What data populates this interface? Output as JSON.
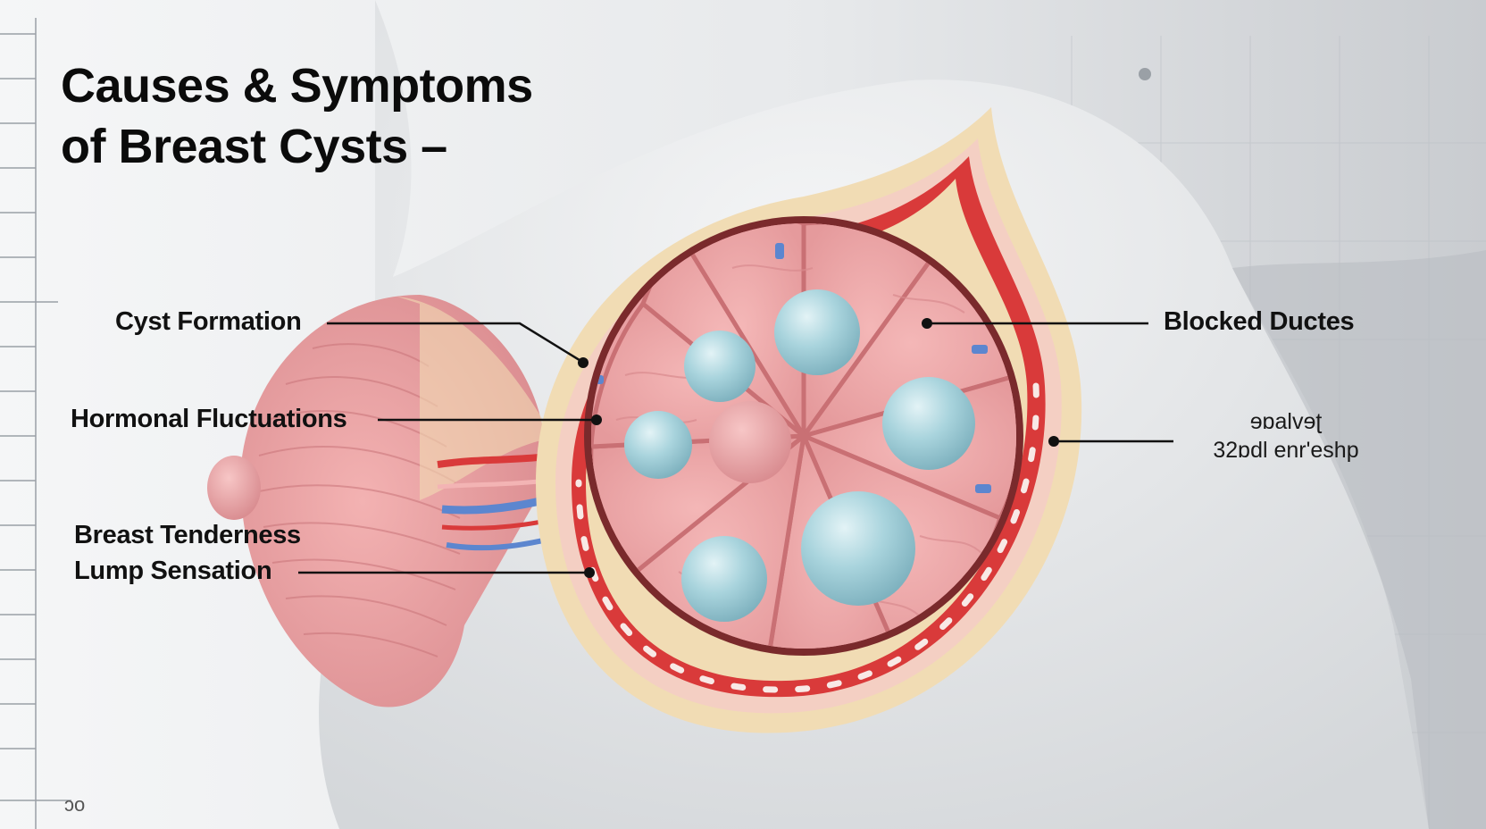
{
  "title": {
    "line1": "Causes & Symptoms",
    "line2": "of Breast Cysts –"
  },
  "labels": {
    "cyst_formation": "Cyst Formation",
    "hormonal_fluctuations": "Hormonal Fluctuations",
    "breast_tenderness": "Breast Tenderness",
    "lump_sensation": "Lump Sensation",
    "blocked_ducts": "Blocked Ductes",
    "garbled_line1": "ɘɒalvɘʈ",
    "garbled_line2": "32ɒdl enr'eshp"
  },
  "corner_mark": "ɔo",
  "colors": {
    "tissue_pink": "#eea7a8",
    "cyst_blue": "#a8d3dc",
    "fat_layer": "#f1dcb4",
    "vessel_red": "#d93a3a",
    "vessel_blue": "#5c86cf",
    "skin_gray": "#dcdfe2"
  }
}
